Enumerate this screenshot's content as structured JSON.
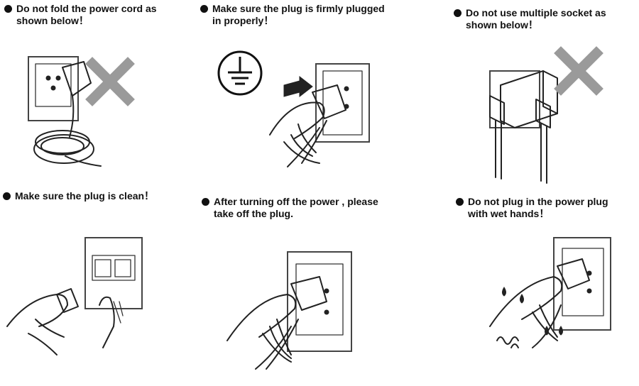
{
  "instructions": [
    {
      "line1": "Do not fold the power cord as",
      "line2": "shown below！",
      "icon": "folded-cord-icon",
      "prohibited": true
    },
    {
      "line1": "Make sure the plug is firmly plugged",
      "line2": "in properly！",
      "icon": "insert-plug-icon",
      "ground_symbol": "ground-symbol-icon"
    },
    {
      "line1": "Do not use multiple socket as",
      "line2": "shown below！",
      "icon": "multi-socket-icon",
      "prohibited": true
    },
    {
      "line1": "Make sure the plug is clean！",
      "line2": "",
      "icon": "clean-plug-icon"
    },
    {
      "line1": "After turning off the power , please",
      "line2": "take off the plug.",
      "icon": "remove-plug-icon"
    },
    {
      "line1": "Do not plug in the power plug",
      "line2": "with wet hands！",
      "icon": "wet-hands-icon"
    }
  ],
  "colors": {
    "prohibit_x": "#9a9a9a",
    "ink": "#222222"
  }
}
